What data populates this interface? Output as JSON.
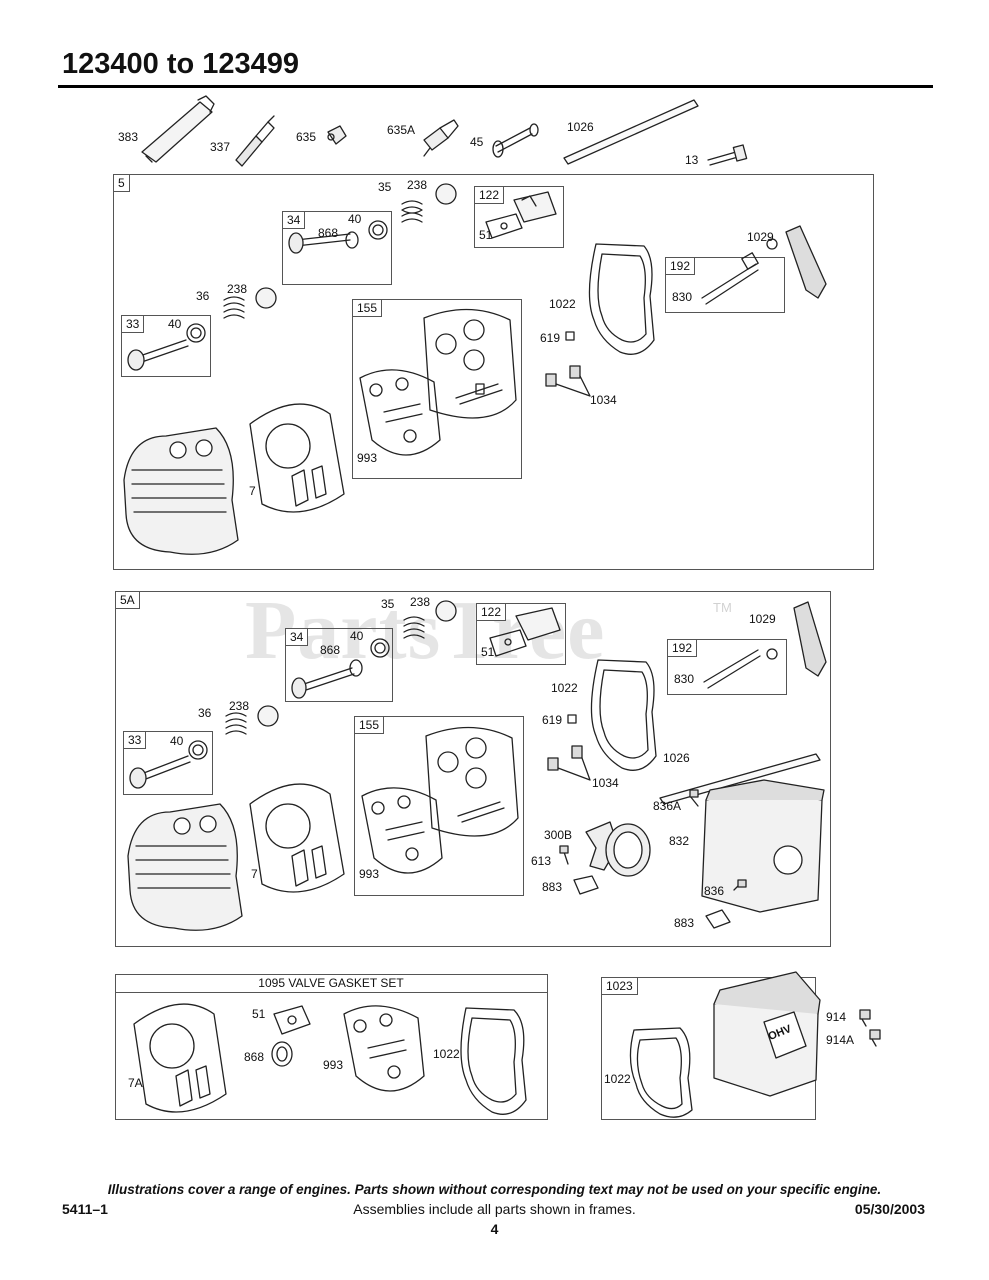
{
  "page": {
    "title": "123400 to 123499",
    "disclaimer": "Illustrations cover a range of engines. Parts shown without corresponding text may not be used on your specific engine.",
    "doc_number": "5411–1",
    "assemblies_note": "Assemblies include all parts shown in frames.",
    "date": "05/30/2003",
    "page_number": "4"
  },
  "watermark": {
    "text": "PartsTree",
    "trademark": "TM"
  },
  "loose_parts": {
    "p383": "383",
    "p337": "337",
    "p635": "635",
    "p635a": "635A",
    "p45": "45",
    "p1026": "1026",
    "p13": "13"
  },
  "frame5": {
    "tag": "5",
    "labels": {
      "l35": "35",
      "l238a": "238",
      "l40a": "40",
      "l868": "868",
      "l36": "36",
      "l238b": "238",
      "l40b": "40",
      "l51": "51",
      "l1029": "1029",
      "l830": "830",
      "l1022": "1022",
      "l619": "619",
      "l1034": "1034",
      "l993": "993",
      "l7": "7"
    },
    "subtags": {
      "t34": "34",
      "t33": "33",
      "t122": "122",
      "t192": "192",
      "t155": "155"
    }
  },
  "frame5a": {
    "tag": "5A",
    "labels": {
      "l35": "35",
      "l238a": "238",
      "l40a": "40",
      "l868": "868",
      "l36": "36",
      "l238b": "238",
      "l40b": "40",
      "l51": "51",
      "l1029": "1029",
      "l830": "830",
      "l1022": "1022",
      "l619": "619",
      "l1034": "1034",
      "l993": "993",
      "l7": "7",
      "l1026": "1026",
      "l836a": "836A",
      "l832": "832",
      "l300b": "300B",
      "l613": "613",
      "l883a": "883",
      "l836": "836",
      "l883b": "883"
    },
    "subtags": {
      "t34": "34",
      "t33": "33",
      "t122": "122",
      "t192": "192",
      "t155": "155"
    }
  },
  "kit": {
    "title": "1095 VALVE GASKET SET",
    "labels": {
      "l51": "51",
      "l868": "868",
      "l993": "993",
      "l1022": "1022",
      "l7a": "7A"
    }
  },
  "cover": {
    "tag": "1023",
    "labels": {
      "l1022": "1022",
      "l914": "914",
      "l914a": "914A"
    },
    "badge": "OHV"
  }
}
